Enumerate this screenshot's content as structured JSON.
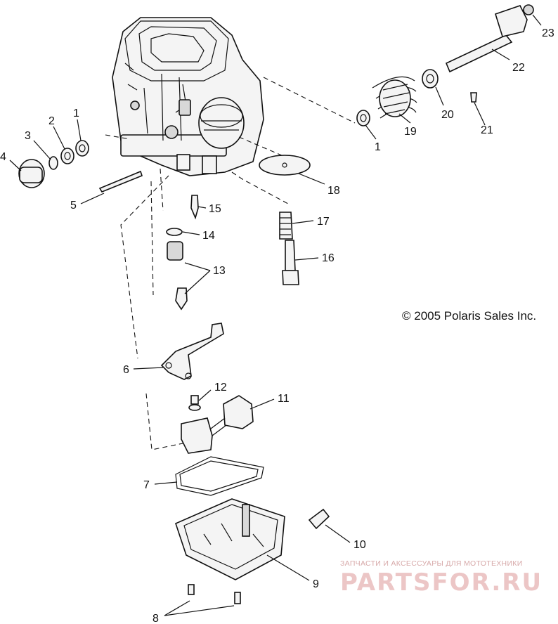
{
  "callouts": [
    {
      "id": "c1a",
      "label": "1"
    },
    {
      "id": "c2",
      "label": "2"
    },
    {
      "id": "c3",
      "label": "3"
    },
    {
      "id": "c4",
      "label": "4"
    },
    {
      "id": "c5",
      "label": "5"
    },
    {
      "id": "c6",
      "label": "6"
    },
    {
      "id": "c7",
      "label": "7"
    },
    {
      "id": "c8",
      "label": "8"
    },
    {
      "id": "c9",
      "label": "9"
    },
    {
      "id": "c10",
      "label": "10"
    },
    {
      "id": "c11",
      "label": "11"
    },
    {
      "id": "c12",
      "label": "12"
    },
    {
      "id": "c13",
      "label": "13"
    },
    {
      "id": "c14",
      "label": "14"
    },
    {
      "id": "c15",
      "label": "15"
    },
    {
      "id": "c16",
      "label": "16"
    },
    {
      "id": "c17",
      "label": "17"
    },
    {
      "id": "c18",
      "label": "18"
    },
    {
      "id": "c19",
      "label": "19"
    },
    {
      "id": "c20",
      "label": "20"
    },
    {
      "id": "c21",
      "label": "21"
    },
    {
      "id": "c22",
      "label": "22"
    },
    {
      "id": "c23",
      "label": "23"
    },
    {
      "id": "c1b",
      "label": "1"
    }
  ],
  "copyright": "© 2005 Polaris Sales Inc.",
  "watermark": {
    "tagline": "ЗАПЧАСТИ И АКСЕССУАРЫ ДЛЯ МОТОТЕХНИКИ",
    "logo": "PARTSFOR.RU"
  }
}
